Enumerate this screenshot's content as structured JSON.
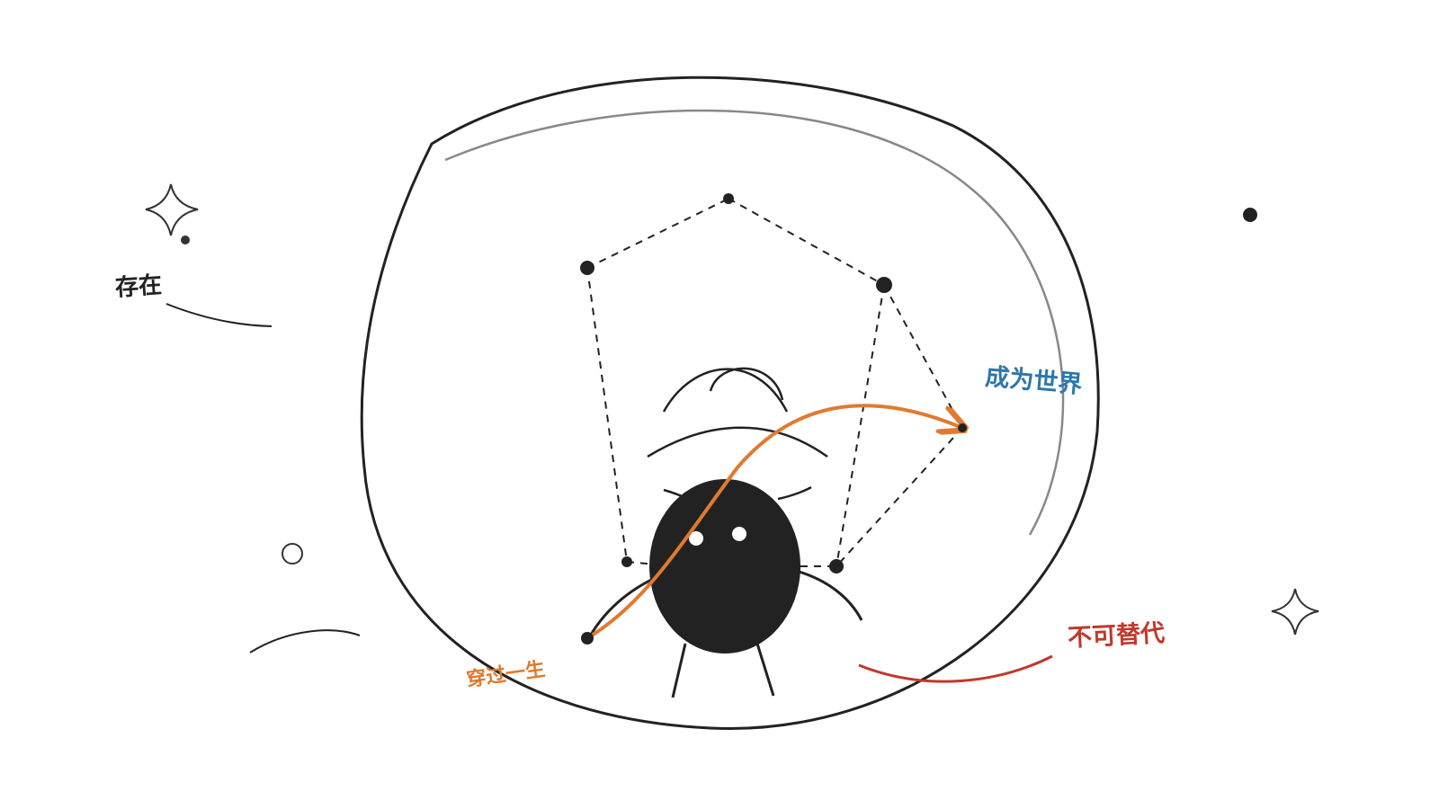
{
  "labels": {
    "existence": "存在",
    "become_world": "成为世界",
    "irreplaceable": "不可替代",
    "through_life": "穿过一生"
  },
  "colors": {
    "ink": "#222222",
    "bubble_inner": "#888888",
    "path": "#e07a30",
    "world": "#2f77a8",
    "irreplaceable": "#c0392b",
    "eye": "#ffffff",
    "background": "#ffffff"
  }
}
